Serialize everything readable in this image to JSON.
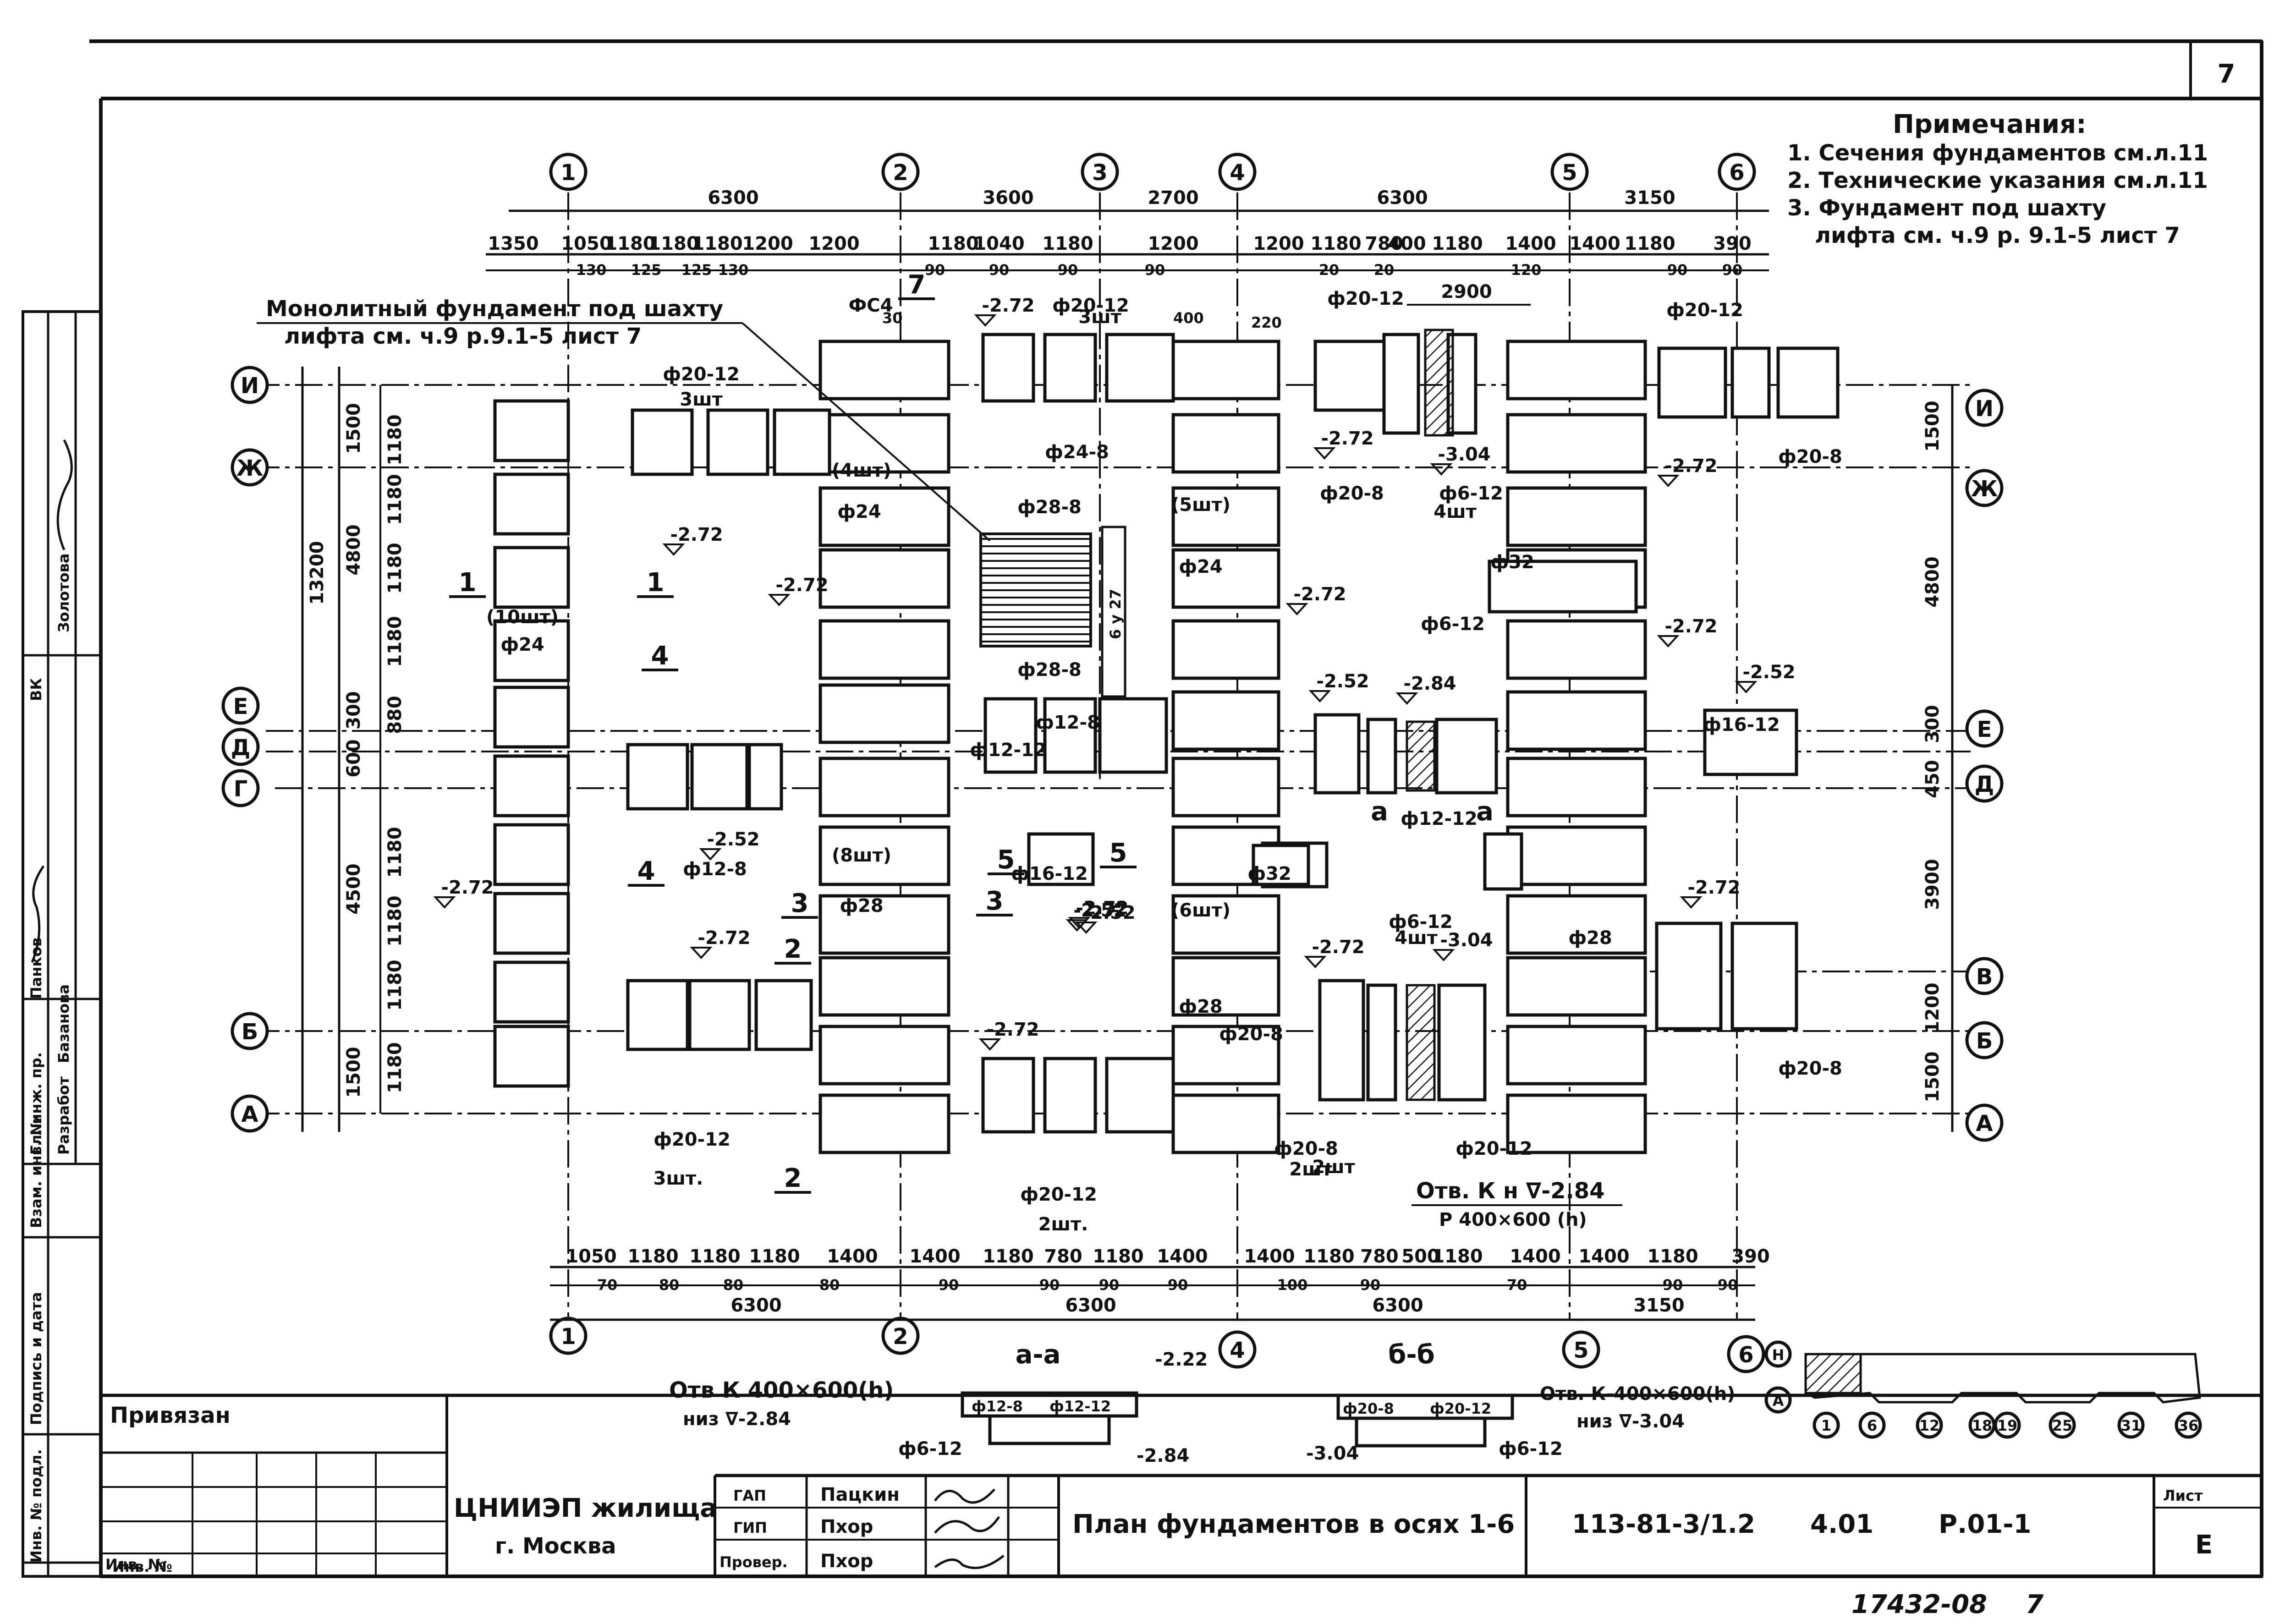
{
  "sheet_number": "7",
  "notes": {
    "heading": "Примечания:",
    "items": [
      "1. Сечения фундаментов см.л.11",
      "2. Технические указания см.л.11",
      "3. Фундамент под шахту",
      "лифта см. ч.9 р. 9.1-5 лист 7"
    ]
  },
  "monolith_note": [
    "Монолитный фундамент под шахту",
    "лифта см. ч.9 р.9.1-5 лист 7"
  ],
  "column_axes": {
    "top": [
      "1",
      "2",
      "3",
      "4",
      "5",
      "6"
    ],
    "bottom": [
      "1",
      "2",
      "4",
      "5",
      "6"
    ]
  },
  "row_axes": {
    "left": [
      "И",
      "Ж",
      "Е",
      "Д",
      "Г",
      "Б",
      "А"
    ],
    "right": [
      "И",
      "Ж",
      "Е",
      "Д",
      "В",
      "Б",
      "А"
    ]
  },
  "top_dimensions": {
    "spans": [
      "6300",
      "3600",
      "2700",
      "6300",
      "3150"
    ],
    "row2": [
      "1350",
      "1050",
      "1180",
      "1180",
      "1180",
      "1200",
      "1200",
      "1180",
      "1040",
      "1180",
      "1200",
      "1200",
      "1180",
      "780",
      "400",
      "1180",
      "1400",
      "1400",
      "1180",
      "390"
    ],
    "row3": [
      "130",
      "125",
      "125",
      "130",
      "90",
      "90",
      "90",
      "90",
      "20",
      "20",
      "120",
      "90",
      "90"
    ],
    "extra": [
      "2900",
      "220",
      "400",
      "30",
      "7"
    ]
  },
  "bottom_dimensions": {
    "row1": [
      "1050",
      "1180",
      "1180",
      "1180",
      "1400",
      "1400",
      "1180",
      "780",
      "1180",
      "1400",
      "1400",
      "1180",
      "780",
      "500",
      "1180",
      "1400",
      "1400",
      "1180",
      "390"
    ],
    "row2": [
      "70",
      "80",
      "80",
      "80",
      "90",
      "90",
      "90",
      "90",
      "100",
      "90",
      "70",
      "90",
      "90"
    ],
    "spans": [
      "6300",
      "6300",
      "6300",
      "3150"
    ]
  },
  "left_dimensions": {
    "outer": [
      "13200"
    ],
    "mid": [
      "1500",
      "4800",
      "300",
      "600",
      "4500",
      "1500"
    ],
    "inner": [
      "1180",
      "1180",
      "1180",
      "1180",
      "880",
      "1180",
      "1180",
      "1180",
      "1180"
    ]
  },
  "right_dimensions": [
    "1500",
    "4800",
    "300",
    "450",
    "3900",
    "1200",
    "1500"
  ],
  "labels": {
    "rebar": [
      "ф20-12",
      "3шт",
      "ф24",
      "ф28",
      "ф32",
      "ф24-8",
      "ф28-8",
      "ф12-12",
      "ф12-8",
      "ф16-12",
      "ф20-8",
      "ф6-12",
      "4шт",
      "2шт",
      "3шт.",
      "2шт.",
      "(10шт)",
      "(4шт)",
      "(5шт)",
      "(6шт)",
      "(8шт)",
      "ФС4",
      "6 у 27"
    ],
    "levels": [
      "-2.72",
      "-2.52",
      "-3.04",
      "-2.84",
      "-2.22"
    ],
    "sections": [
      "1",
      "1",
      "4",
      "4",
      "3",
      "3",
      "2",
      "2",
      "5",
      "5",
      "7"
    ],
    "sec_marks": [
      "а",
      "а"
    ]
  },
  "opening_note": [
    "Отв. К н ∇-2.84",
    "Р 400×600 (h)"
  ],
  "section_views": {
    "aa_title": "а-а",
    "bb_title": "б-б",
    "aa_note": [
      "Отв К 400×600(h)",
      "низ ∇-2.84"
    ],
    "bb_note": [
      "Отв. К-400×600(h)",
      "низ ∇-3.04"
    ],
    "aa_labels": [
      "ф12-8",
      "ф12-12",
      "ф6-12",
      "-2.22",
      "-2.84"
    ],
    "bb_labels": [
      "ф20-8",
      "ф20-12",
      "ф6-12",
      "-3.04"
    ]
  },
  "key_plan": {
    "row_axes": [
      "Н",
      "А"
    ],
    "col_axes": [
      "1",
      "6",
      "12",
      "18",
      "19",
      "25",
      "31",
      "36"
    ]
  },
  "side_stamp": [
    "Инв. № подл.",
    "Подпись и дата",
    "Взам. инв. №",
    "Разработ",
    "Базанова",
    "Гл. инж. пр.",
    "Панков",
    "ВК",
    "Золотова",
    "Инв. №"
  ],
  "title_block": {
    "privyazan": "Привязан",
    "org_line1": "ЦНИИЭП жилища",
    "org_line2": "г. Москва",
    "roles": [
      "ГАП",
      "ГИП",
      "Провер."
    ],
    "names": [
      "Пацкин",
      "Пхор",
      "Пхор"
    ],
    "drawing_title": "План фундаментов в осях 1-6",
    "code": "113-81-3/1.2",
    "part": "4.01",
    "sheet_ref": "Р.01-1",
    "list_label": "Лист",
    "list_value": "Е",
    "inv_label": "Инв. №"
  },
  "footer_number": "17432-08",
  "footer_page": "7"
}
